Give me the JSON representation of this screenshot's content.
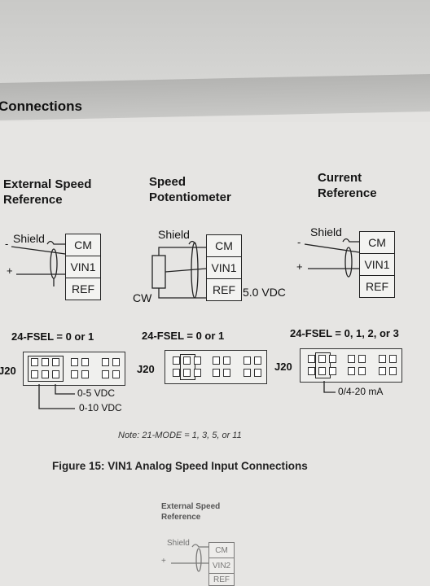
{
  "section_title": "Connections",
  "columns": [
    {
      "heading_line1": "External Speed",
      "heading_line2": "Reference",
      "shield": "Shield",
      "minus": "-",
      "plus": "+",
      "terminals": [
        "CM",
        "VIN1",
        "REF"
      ],
      "fsel": "24-FSEL = 0 or 1",
      "jumper": "J20",
      "notes": [
        "0-5 VDC",
        "0-10 VDC"
      ]
    },
    {
      "heading_line1": "Speed",
      "heading_line2": "Potentiometer",
      "shield": "Shield",
      "cw": "CW",
      "terminals": [
        "CM",
        "VIN1",
        "REF"
      ],
      "ref_voltage": "5.0 VDC",
      "fsel": "24-FSEL = 0 or 1",
      "jumper": "J20"
    },
    {
      "heading_line1": "Current",
      "heading_line2": "Reference",
      "shield": "Shield",
      "minus": "-",
      "plus": "+",
      "terminals": [
        "CM",
        "VIN1",
        "REF"
      ],
      "fsel": "24-FSEL = 0, 1, 2, or 3",
      "jumper": "J20",
      "notes": [
        "0/4-20 mA"
      ]
    }
  ],
  "mode_note": "Note: 21-MODE = 1, 3, 5, or 11",
  "figure_caption": "Figure 15:  VIN1 Analog Speed Input Connections",
  "lower": {
    "heading_line1": "External Speed",
    "heading_line2": "Reference",
    "shield": "Shield",
    "plus": "+",
    "terminals": [
      "CM",
      "VIN2",
      "REF"
    ]
  }
}
